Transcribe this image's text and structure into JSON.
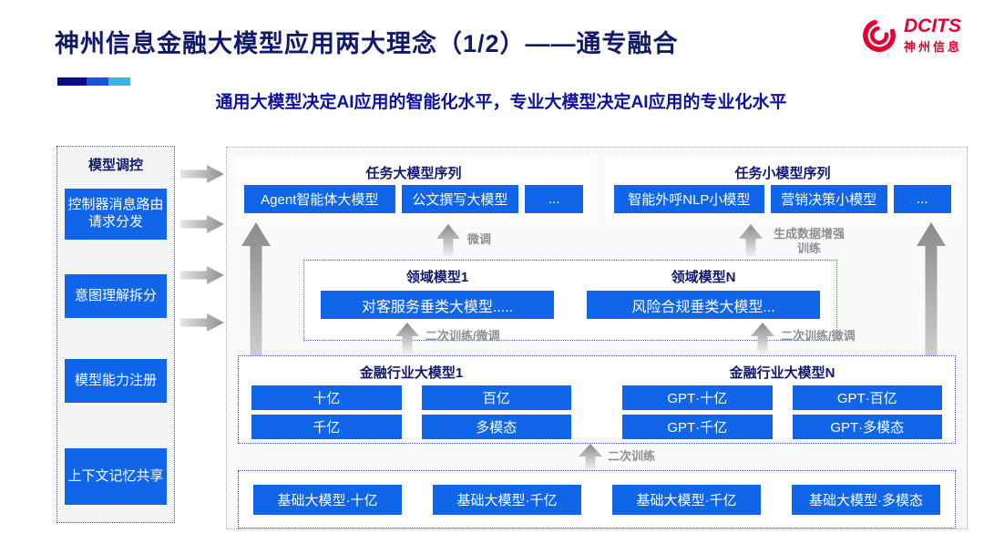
{
  "header": {
    "title": "神州信息金融大模型应用两大理念（1/2）——通专融合",
    "subtitle": "通用大模型决定AI应用的智能化水平，专业大模型决定AI应用的专业化水平",
    "logo": {
      "brand": "DCITS",
      "name": "神州信息"
    }
  },
  "colors": {
    "button_blue": "#1165e8",
    "title_navy": "#11196b",
    "subtitle_blue": "#0e10a3",
    "logo_red": "#e40030",
    "arrow_gray": "#8e8e8e",
    "accent_bar": [
      "#0a0a8f",
      "#1057e0",
      "#3ab5ea"
    ]
  },
  "sidebar": {
    "title": "模型调控",
    "items": [
      {
        "label": "控制器消息路由请求分发"
      },
      {
        "label": "意图理解拆分"
      },
      {
        "label": "模型能力注册"
      },
      {
        "label": "上下文记忆共享"
      }
    ]
  },
  "task_large": {
    "title": "任务大模型序列",
    "items": [
      "Agent智能体大模型",
      "公文撰写大模型",
      "..."
    ]
  },
  "task_small": {
    "title": "任务小模型序列",
    "items": [
      "智能外呼NLP小模型",
      "营销决策小模型",
      "..."
    ]
  },
  "arrow_labels": {
    "finetune": "微调",
    "gen_data_training": "生成数据增强训练",
    "retrain_finetune_left": "二次训练/微调",
    "retrain_finetune_right": "二次训练/微调",
    "retrain": "二次训练"
  },
  "domain_layer": {
    "groups": [
      {
        "title": "领域模型1",
        "item": "对客服务垂类大模型....."
      },
      {
        "title": "领域模型N",
        "item": "风险合规垂类大模型..."
      }
    ]
  },
  "industry_layer": {
    "groups": [
      {
        "title": "金融行业大模型1",
        "items": [
          "十亿",
          "百亿",
          "千亿",
          "多模态"
        ]
      },
      {
        "title": "金融行业大模型N",
        "items": [
          "GPT·十亿",
          "GPT·百亿",
          "GPT·千亿",
          "GPT·多模态"
        ]
      }
    ]
  },
  "foundation_layer": {
    "items": [
      "基础大模型·十亿",
      "基础大模型·千亿",
      "基础大模型·千亿",
      "基础大模型·多模态"
    ]
  }
}
